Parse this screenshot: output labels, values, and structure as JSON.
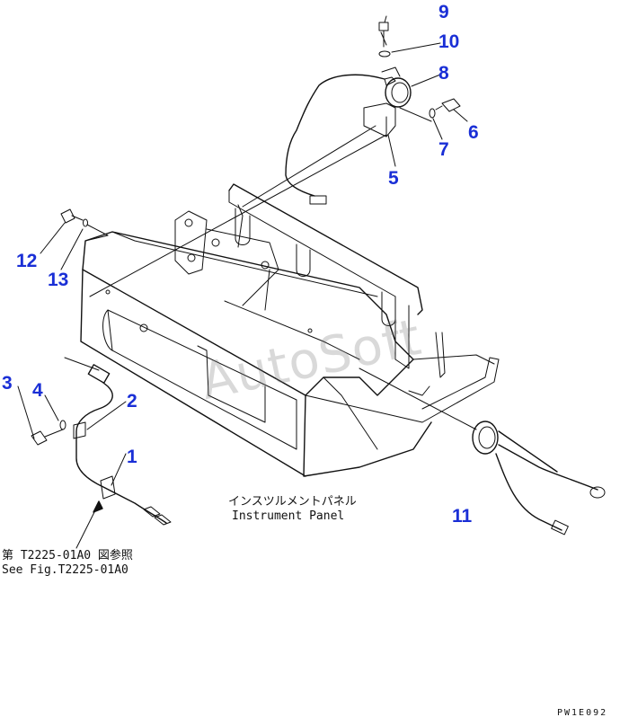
{
  "callouts": [
    {
      "id": "9",
      "label": "9"
    },
    {
      "id": "10",
      "label": "10"
    },
    {
      "id": "8",
      "label": "8"
    },
    {
      "id": "6",
      "label": "6"
    },
    {
      "id": "7",
      "label": "7"
    },
    {
      "id": "5",
      "label": "5"
    },
    {
      "id": "12",
      "label": "12"
    },
    {
      "id": "13",
      "label": "13"
    },
    {
      "id": "4",
      "label": "4"
    },
    {
      "id": "3",
      "label": "3"
    },
    {
      "id": "2",
      "label": "2"
    },
    {
      "id": "1",
      "label": "1"
    },
    {
      "id": "11",
      "label": "11"
    }
  ],
  "notes": {
    "panel_jp": "インスツルメントパネル",
    "panel_en": "Instrument Panel",
    "ref_jp": "第 T2225-01A0 図参照",
    "ref_en": "See Fig.T2225-01A0",
    "code": "PW1E092"
  },
  "watermark": "AutoSoft",
  "colors": {
    "callout": "#1a2fd6",
    "line": "#111111"
  }
}
